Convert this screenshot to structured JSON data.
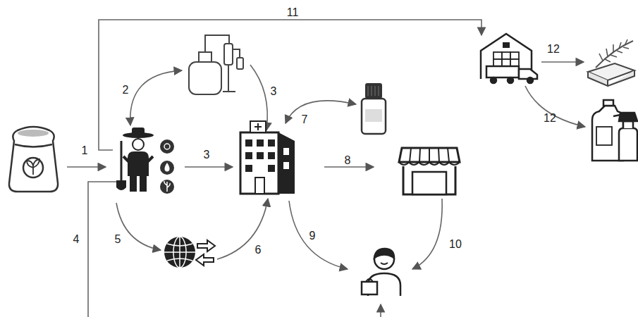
{
  "diagram": {
    "labels": [
      "11",
      "2",
      "3",
      "7",
      "12",
      "1",
      "3",
      "8",
      "12",
      "4",
      "5",
      "6",
      "9",
      "10"
    ]
  }
}
